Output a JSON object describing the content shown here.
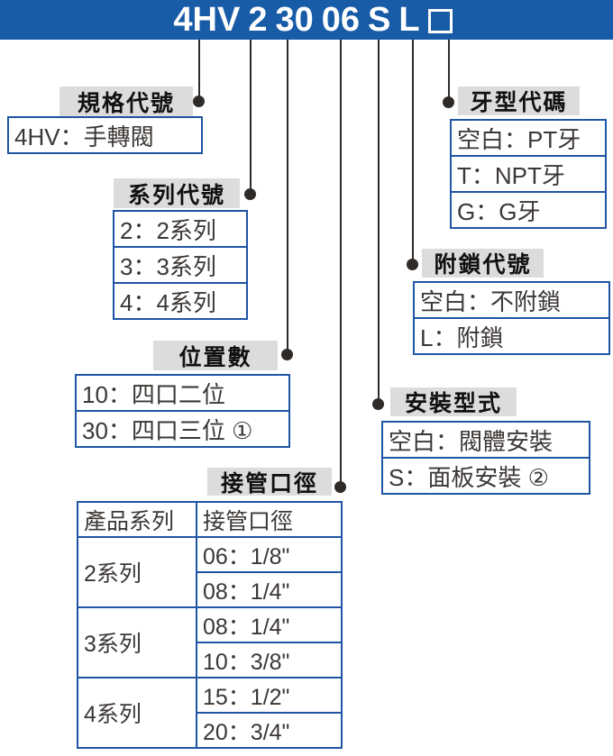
{
  "header": {
    "segments": [
      "4HV",
      "2",
      "30",
      "06",
      "S",
      "L"
    ],
    "blank_segment_symbol": "□"
  },
  "sections": {
    "spec": {
      "title": "規格代號",
      "rows": [
        "4HV：手轉閥"
      ]
    },
    "series": {
      "title": "系列代號",
      "rows": [
        "2：2系列",
        "3：3系列",
        "4：4系列"
      ]
    },
    "positions": {
      "title": "位置數",
      "rows": [
        "10：四口二位",
        "30：四口三位 ①"
      ]
    },
    "port_size": {
      "title": "接管口徑",
      "table": {
        "headers": [
          "產品系列",
          "接管口徑"
        ],
        "groups": [
          {
            "series": "2系列",
            "sizes": [
              "06：1/8\"",
              "08：1/4\""
            ]
          },
          {
            "series": "3系列",
            "sizes": [
              "08：1/4\"",
              "10：3/8\""
            ]
          },
          {
            "series": "4系列",
            "sizes": [
              "15：1/2\"",
              "20：3/4\""
            ]
          }
        ]
      }
    },
    "thread": {
      "title": "牙型代碼",
      "rows": [
        "空白：PT牙",
        "T：NPT牙",
        "G：G牙"
      ]
    },
    "lock": {
      "title": "附鎖代號",
      "rows": [
        "空白：不附鎖",
        "L：附鎖"
      ]
    },
    "mounting": {
      "title": "安裝型式",
      "rows": [
        "空白：閥體安裝",
        "S：面板安裝 ②"
      ]
    }
  },
  "colors": {
    "header_blue": "#185BA7",
    "border_blue": "#1F55A5",
    "title_gray": "#DCDCDC",
    "line_black": "#2E2A27"
  }
}
